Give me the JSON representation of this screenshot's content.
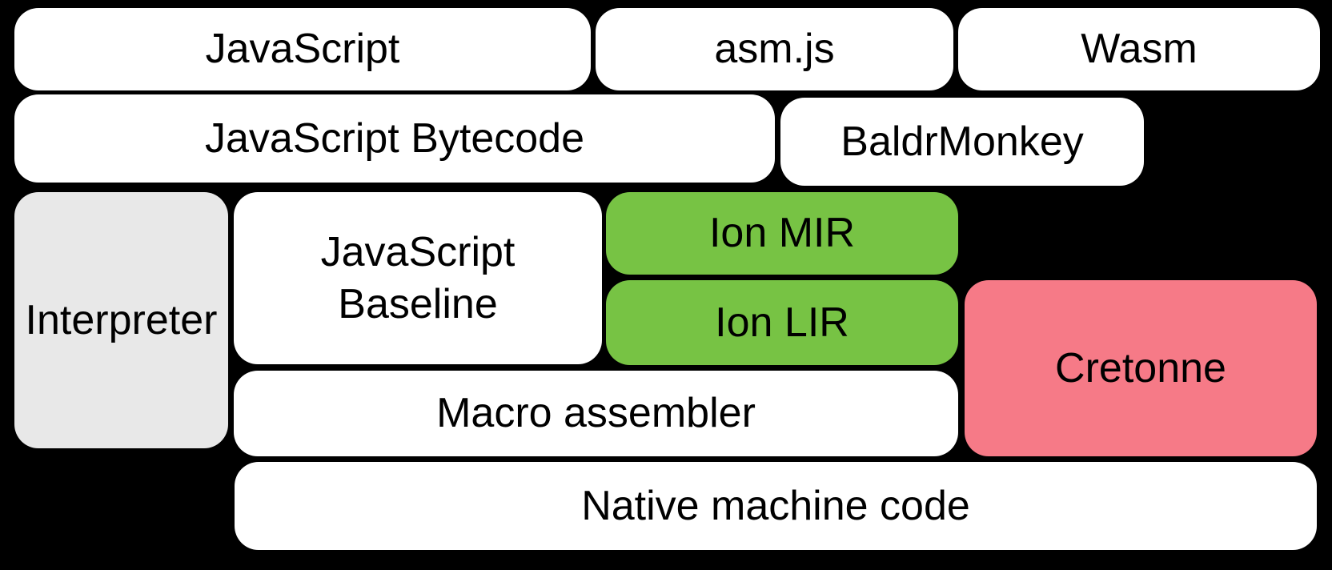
{
  "diagram": {
    "boxes": {
      "javascript": {
        "label": "JavaScript"
      },
      "asmjs": {
        "label": "asm.js"
      },
      "wasm": {
        "label": "Wasm"
      },
      "bytecode": {
        "label": "JavaScript Bytecode"
      },
      "baldrmonkey": {
        "label": "BaldrMonkey"
      },
      "interpreter": {
        "label": "Interpreter"
      },
      "baseline": {
        "label": "JavaScript Baseline"
      },
      "ion_mir": {
        "label": "Ion MIR"
      },
      "ion_lir": {
        "label": "Ion LIR"
      },
      "cretonne": {
        "label": "Cretonne"
      },
      "macro_assembler": {
        "label": "Macro assembler"
      },
      "native": {
        "label": "Native machine code"
      }
    },
    "colors": {
      "background": "#000000",
      "box_default": "#ffffff",
      "box_interpreter": "#e8e8e8",
      "box_ion_green": "#77c344",
      "box_cretonne_pink": "#f67a87",
      "text": "#000000"
    }
  }
}
